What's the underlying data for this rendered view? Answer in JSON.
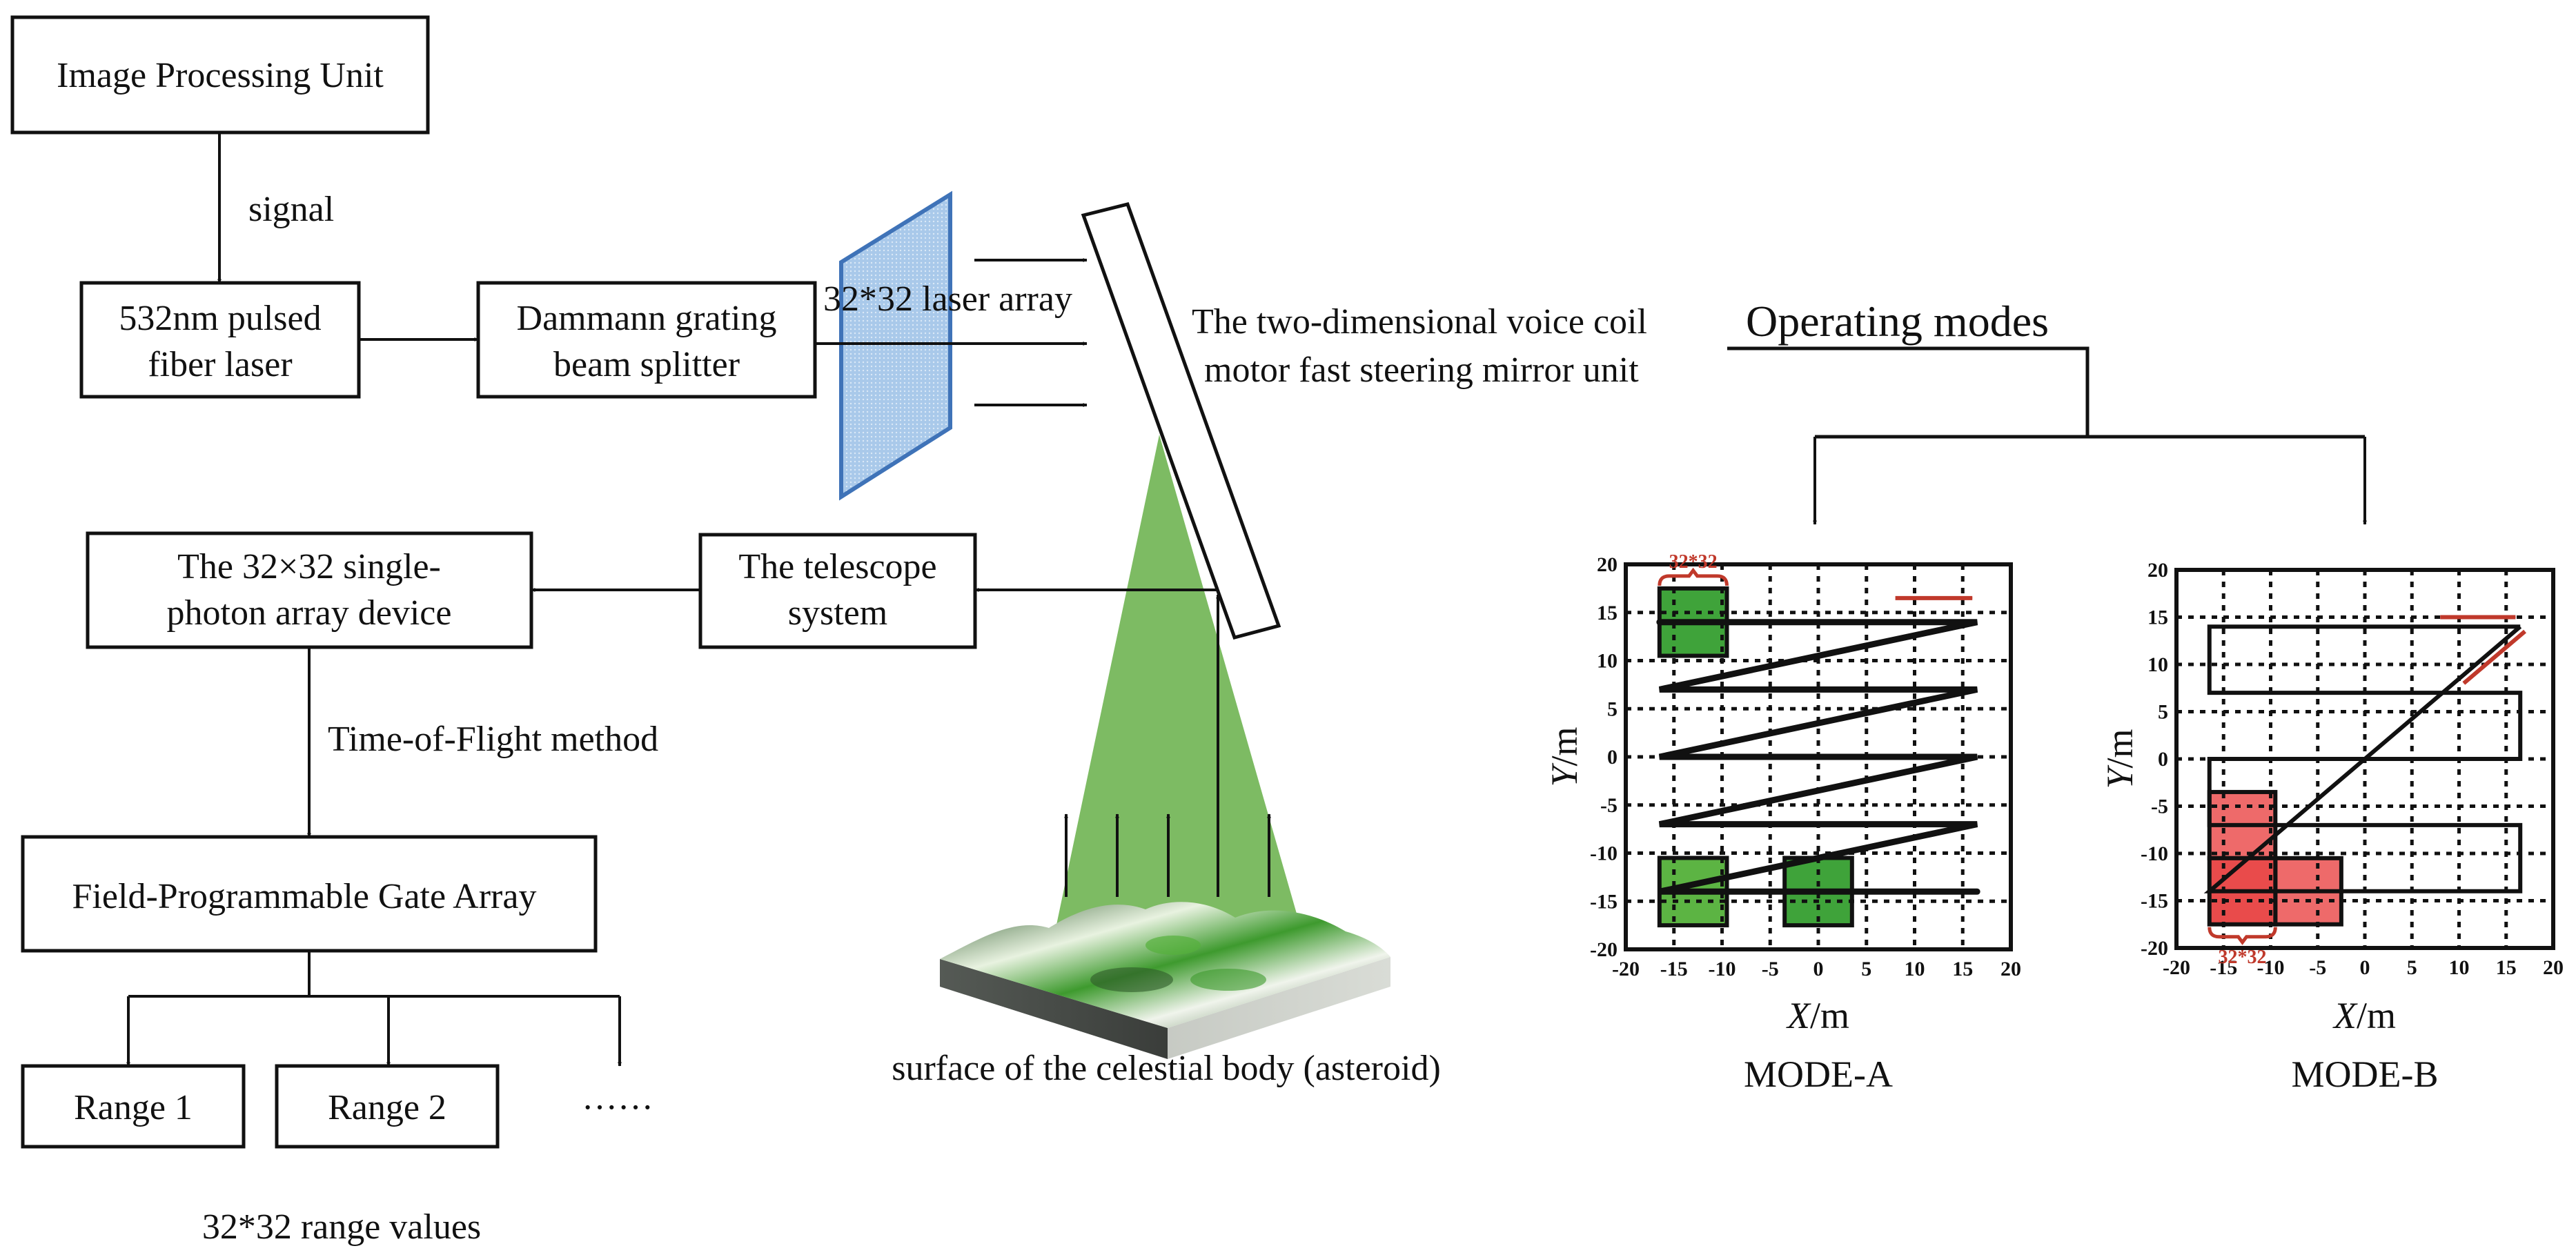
{
  "blocks": {
    "image_processing_unit": "Image Processing Unit",
    "signal_label": "signal",
    "laser_line1": "532nm pulsed",
    "laser_line2": "fiber laser",
    "dammann_line1": "Dammann grating",
    "dammann_line2": "beam splitter",
    "laser_array_label": "32*32 laser array",
    "mirror_line1": "The two-dimensional voice coil",
    "mirror_line2": "motor fast steering mirror unit",
    "operating_modes": "Operating modes",
    "telescope_line1": "The telescope",
    "telescope_line2": "system",
    "spad_line1": "The 32×32 single-",
    "spad_line2": "photon array device",
    "tof_label": "Time-of-Flight method",
    "fpga": "Field-Programmable Gate Array",
    "range1": "Range 1",
    "range2": "Range 2",
    "range_ellipsis": "······",
    "range_values": "32*32 range values",
    "surface_caption": "surface of the celestial body (asteroid)"
  },
  "colors": {
    "beam_green": "#7dbb63",
    "grating_blue": "#a9c9ea",
    "grating_edge": "#3f73b8",
    "footprint_green": "#3fa33a",
    "footprint_green_light": "#5cb443",
    "footprint_red": "#e94b4b",
    "footprint_red_light": "#ee6a6a",
    "annotation_red": "#c0392b"
  },
  "chart_data": [
    {
      "type": "line",
      "title": "MODE-A",
      "xlabel_var": "X",
      "xlabel_unit": "/m",
      "ylabel_var": "Y",
      "ylabel_unit": "/m",
      "xlim": [
        -20,
        20
      ],
      "ylim": [
        -20,
        20
      ],
      "xticks": [
        -20,
        -15,
        -10,
        -5,
        0,
        5,
        10,
        15,
        20
      ],
      "yticks": [
        20,
        15,
        10,
        5,
        0,
        -5,
        -10,
        -15,
        -20
      ],
      "grid": true,
      "footprint_label": "32*32",
      "scan_path": [
        [
          -16.5,
          14
        ],
        [
          16.5,
          14
        ],
        [
          -16.5,
          7
        ],
        [
          16.5,
          7
        ],
        [
          -16.5,
          0
        ],
        [
          16.5,
          0
        ],
        [
          -16.5,
          -7
        ],
        [
          16.5,
          -7
        ],
        [
          -16.5,
          -14
        ],
        [
          16.5,
          -14
        ]
      ],
      "scan_path_note": "Z-shaped raster: horizontal sweeps at y=14,7,0,-7,-14 joined by diagonal returns",
      "footprints": [
        {
          "x0": -16.5,
          "x1": -9.5,
          "y0": 10.5,
          "y1": 17.5,
          "shade": "dark"
        },
        {
          "x0": -16.5,
          "x1": -9.5,
          "y0": -17.5,
          "y1": -10.5,
          "shade": "light"
        },
        {
          "x0": -3.5,
          "x1": 3.5,
          "y0": -17.5,
          "y1": -10.5,
          "shade": "dark"
        }
      ],
      "direction_arrows": [
        {
          "from": [
            8,
            16.5
          ],
          "to": [
            16,
            16.5
          ]
        }
      ]
    },
    {
      "type": "line",
      "title": "MODE-B",
      "xlabel_var": "X",
      "xlabel_unit": "/m",
      "ylabel_var": "Y",
      "ylabel_unit": "/m",
      "xlim": [
        -20,
        20
      ],
      "ylim": [
        -20,
        20
      ],
      "xticks": [
        -20,
        -15,
        -10,
        -5,
        0,
        5,
        10,
        15,
        20
      ],
      "yticks": [
        20,
        15,
        10,
        5,
        0,
        -5,
        -10,
        -15,
        -20
      ],
      "grid": true,
      "footprint_label": "32*32",
      "scan_path": [
        [
          16.5,
          14
        ],
        [
          -16.5,
          14
        ],
        [
          -16.5,
          7
        ],
        [
          16.5,
          7
        ],
        [
          16.5,
          0
        ],
        [
          -16.5,
          0
        ],
        [
          -16.5,
          -7
        ],
        [
          16.5,
          -7
        ],
        [
          16.5,
          -14
        ],
        [
          -16.5,
          -14
        ],
        [
          16.5,
          14
        ]
      ],
      "scan_path_note": "Serpentine (boustrophedon) raster with diagonal return from (-16.5,-14) to (16.5,14)",
      "footprints": [
        {
          "x0": -16.5,
          "x1": -9.5,
          "y0": -10.5,
          "y1": -3.5,
          "shade": "light"
        },
        {
          "x0": -9.5,
          "x1": -2.5,
          "y0": -17.5,
          "y1": -10.5,
          "shade": "light"
        },
        {
          "x0": -16.5,
          "x1": -9.5,
          "y0": -17.5,
          "y1": -10.5,
          "shade": "dark"
        }
      ],
      "direction_arrows": [
        {
          "from": [
            8,
            15
          ],
          "to": [
            16,
            15
          ]
        },
        {
          "from": [
            17,
            13.5
          ],
          "to": [
            10.5,
            8
          ]
        }
      ]
    }
  ]
}
